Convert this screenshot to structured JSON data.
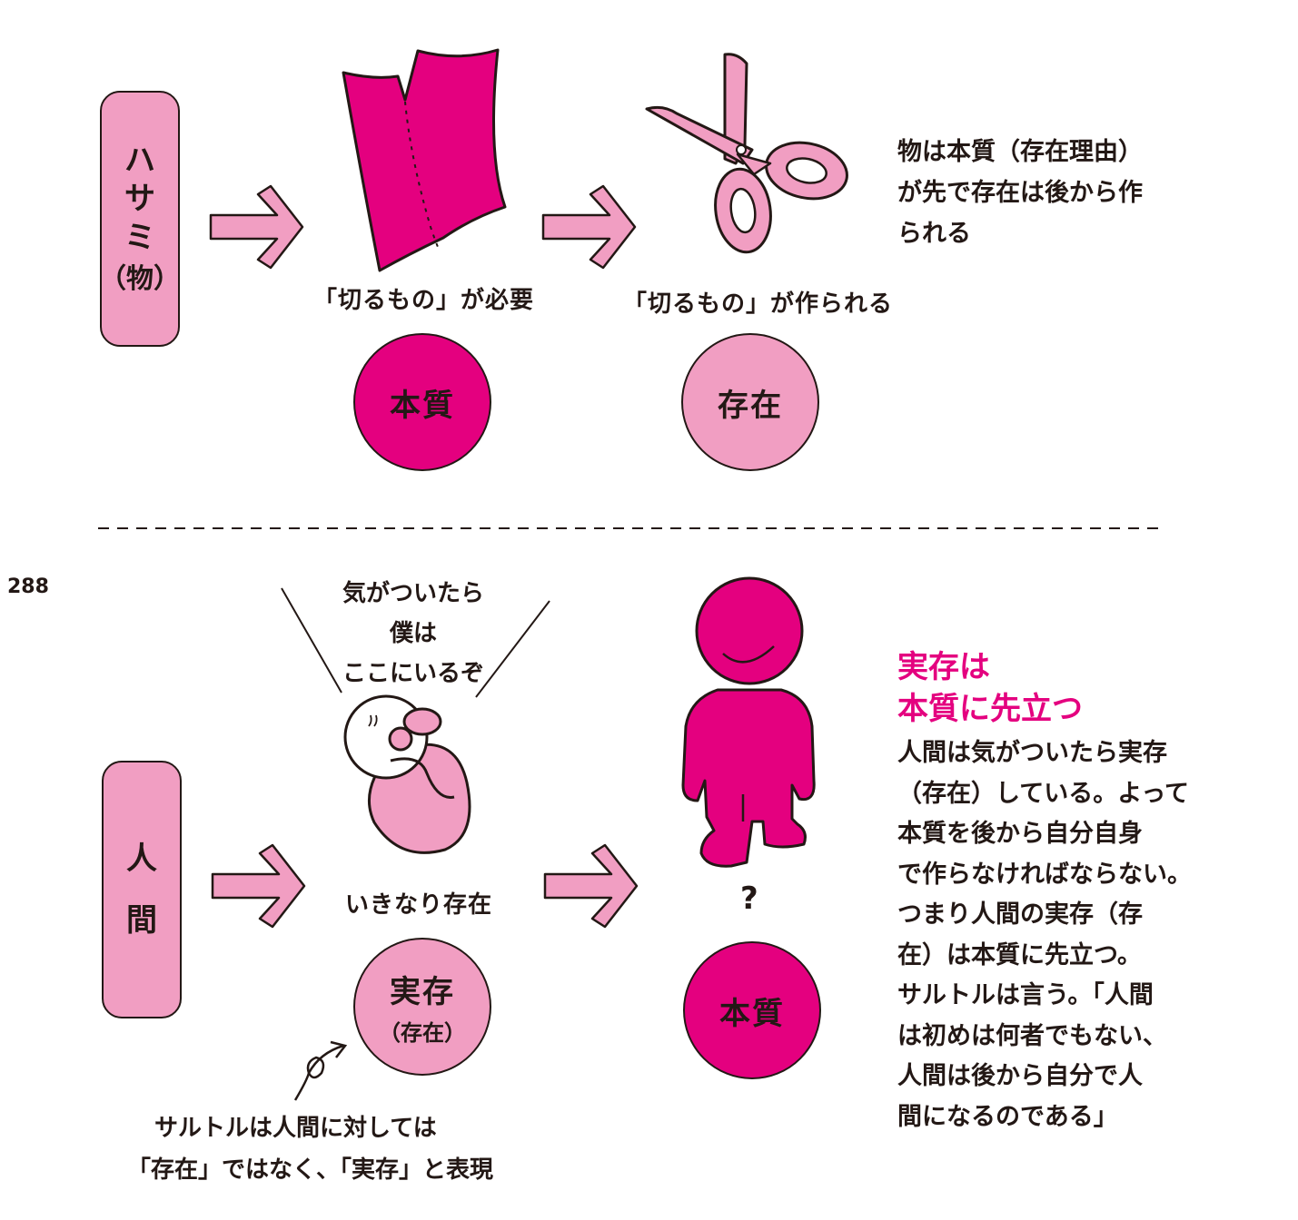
{
  "page_number": "288",
  "colors": {
    "deep_pink": "#e4007f",
    "light_pink": "#f19ec2",
    "ink": "#231815"
  },
  "top": {
    "subject_chars": [
      "ハ",
      "サ",
      "ミ",
      "（物）"
    ],
    "caption_need": "「切るもの」が必要",
    "caption_made": "「切るもの」が作られる",
    "circle_essence": "本質",
    "circle_existence": "存在",
    "explanation_lines": [
      "物は本質（存在理由）",
      "が先で存在は後から作",
      "られる"
    ]
  },
  "bottom": {
    "subject_chars": [
      "人",
      "間"
    ],
    "speech_lines": [
      "気がついたら",
      "僕は",
      "ここにいるぞ"
    ],
    "caption_sudden": "いきなり存在",
    "circle_jitsuzon": "実存",
    "circle_jitsuzon_sub": "（存在）",
    "question_mark": "?",
    "circle_essence": "本質",
    "note_lines": [
      "サルトルは人間に対しては",
      "「存在」ではなく、「実存」と表現"
    ],
    "heading_lines": [
      "実存は",
      "本質に先立つ"
    ],
    "body_lines": [
      "人間は気がついたら実存",
      "（存在）している。よって",
      "本質を後から自分自身",
      "で作らなければならない。",
      "つまり人間の実存（存",
      "在）は本質に先立つ。",
      "サルトルは言う。「人間",
      "は初めは何者でもない、",
      "人間は後から自分で人",
      "間になるのである」"
    ]
  },
  "icons": [
    "right-arrow-icon",
    "paper-icon",
    "scissors-icon",
    "baby-icon",
    "person-icon",
    "pointer-arrow-icon"
  ]
}
